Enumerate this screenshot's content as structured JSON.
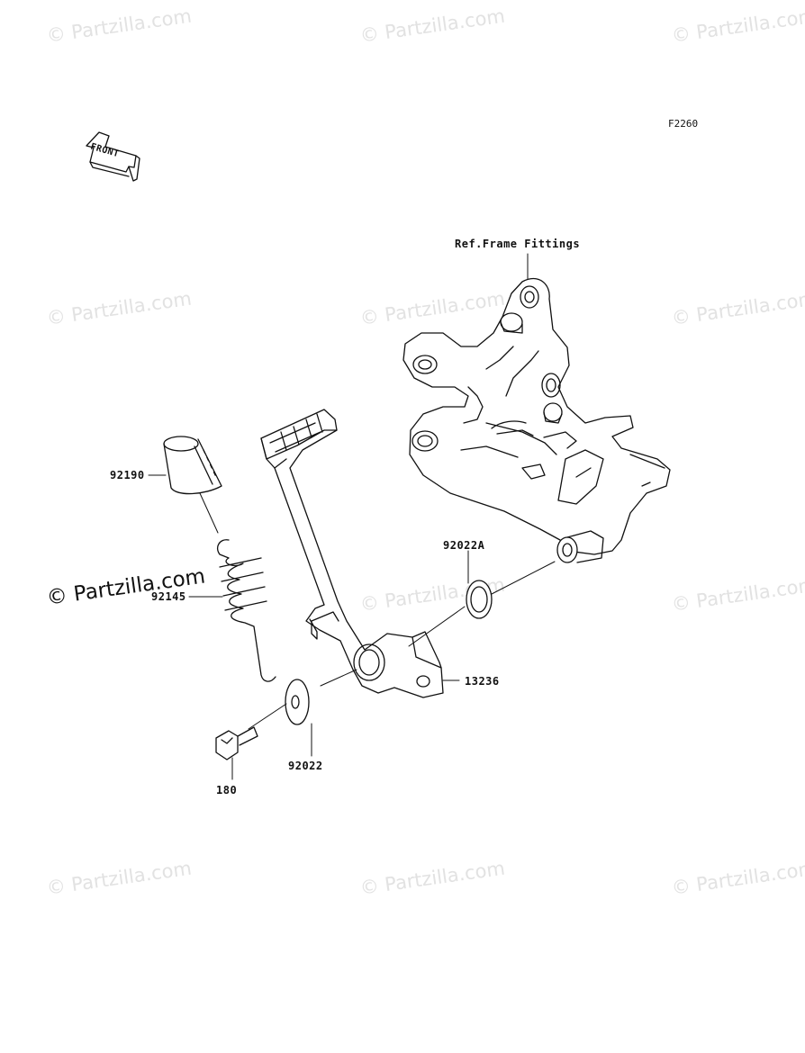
{
  "diagram": {
    "code": "F2260",
    "front_label": "FRONT",
    "ref_label": "Ref.Frame Fittings",
    "parts": {
      "p92190": "92190",
      "p92145": "92145",
      "p92022A": "92022A",
      "p13236": "13236",
      "p92022": "92022",
      "p180": "180"
    }
  },
  "watermark": {
    "text": "© Partzilla.com",
    "main_text": "© Partzilla.com",
    "color": "#e2e2e2"
  }
}
